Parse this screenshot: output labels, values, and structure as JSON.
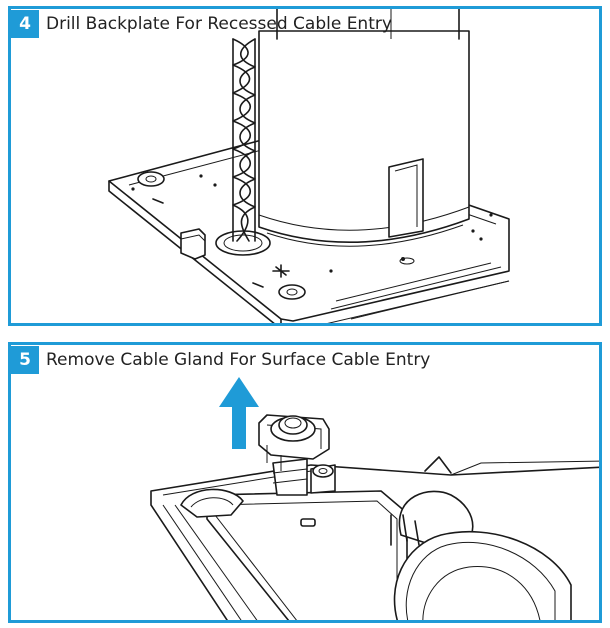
{
  "steps": [
    {
      "number": "4",
      "title": "Drill Backplate For Recessed Cable Entry"
    },
    {
      "number": "5",
      "title": "Remove Cable Gland For Surface Cable Entry"
    }
  ],
  "colors": {
    "accent": "#1f9bd7",
    "line": "#1a1a1a",
    "arrow": "#1f9bd7"
  },
  "icons": {
    "step5_direction": "up-arrow-icon"
  }
}
